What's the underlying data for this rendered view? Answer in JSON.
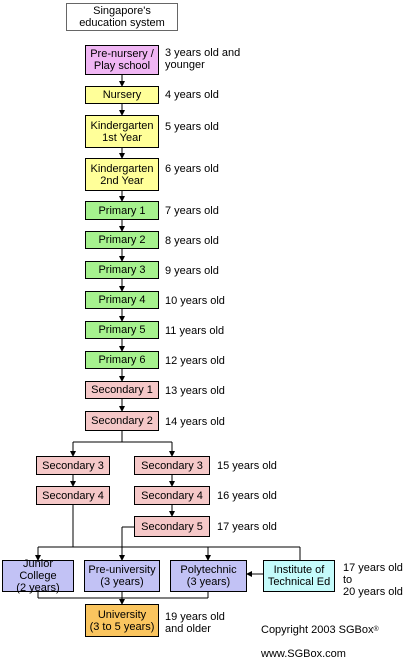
{
  "title": "Singapore's\neducation system",
  "nodes": {
    "pre_nursery": "Pre-nursery /\nPlay school",
    "nursery": "Nursery",
    "k1": "Kindergarten\n1st Year",
    "k2": "Kindergarten\n2nd Year",
    "p1": "Primary 1",
    "p2": "Primary 2",
    "p3": "Primary 3",
    "p4": "Primary 4",
    "p5": "Primary 5",
    "p6": "Primary 6",
    "s1": "Secondary 1",
    "s2": "Secondary 2",
    "s3_left": "Secondary 3",
    "s4_left": "Secondary 4",
    "s3_right": "Secondary 3",
    "s4_right": "Secondary 4",
    "s5_right": "Secondary 5",
    "junior_college": "Junior College\n(2 years)",
    "pre_university": "Pre-university\n(3 years)",
    "polytechnic": "Polytechnic\n(3 years)",
    "ite": "Institute of\nTechnical Ed",
    "university": "University\n(3 to 5 years)"
  },
  "ages": {
    "pre_nursery": "3 years old and\nyounger",
    "nursery": "4 years old",
    "k1": "5 years old",
    "k2": "6 years old",
    "p1": "7 years old",
    "p2": "8 years old",
    "p3": "9 years old",
    "p4": "10 years old",
    "p5": "11 years old",
    "p6": "12 years old",
    "s1": "13 years old",
    "s2": "14 years old",
    "s3": "15 years old",
    "s4": "16 years old",
    "s5": "17 years old",
    "post_secondary": "17 years old to\n20 years old",
    "university": "19 years old\nand older"
  },
  "copyright": {
    "line1": "Copyright 2003 SGBox",
    "mark": "®",
    "line2": "www.SGBox.com"
  }
}
